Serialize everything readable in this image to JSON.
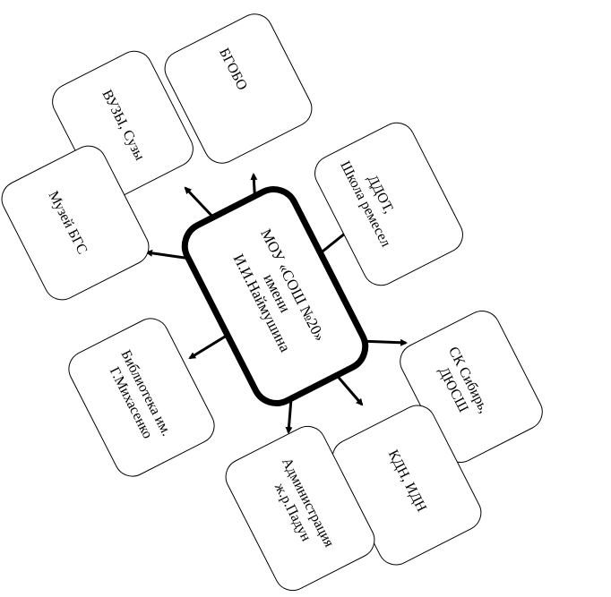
{
  "center": {
    "lines": [
      "МОУ «СОШ №20»",
      "имени",
      "И.И.Наймушина"
    ]
  },
  "nodes": [
    {
      "id": "bgobo",
      "lines": [
        "БГОБО"
      ]
    },
    {
      "id": "vuzy",
      "lines": [
        "ВУЗЫ, Сузы"
      ]
    },
    {
      "id": "muzei",
      "lines": [
        "Музей БГС"
      ]
    },
    {
      "id": "ddot",
      "lines": [
        "ДДОТ,",
        "Школа ремесел"
      ]
    },
    {
      "id": "sk-sibir",
      "lines": [
        "СК Сибирь,",
        "ДЮСШ"
      ]
    },
    {
      "id": "kdn",
      "lines": [
        "КДН, ИДН"
      ]
    },
    {
      "id": "administratsiya",
      "lines": [
        "Администрация",
        "ж.р.Падун"
      ]
    },
    {
      "id": "biblioteka",
      "lines": [
        "Библиотека им.",
        "Г.Михасенко"
      ]
    }
  ]
}
